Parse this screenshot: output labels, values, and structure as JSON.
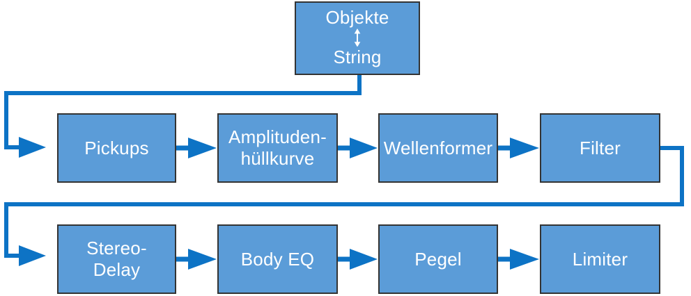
{
  "diagram": {
    "type": "signal-flow",
    "colors": {
      "node_fill": "#5b9cd8",
      "node_border": "#333333",
      "connector": "#0d73c5",
      "label_text": "#ffffff",
      "background": "#ffffff"
    },
    "source_node": {
      "line1": "Objekte",
      "line2": "String",
      "icon": "bidirectional-arrow"
    },
    "row1": [
      {
        "label": "Pickups"
      },
      {
        "label": "Amplituden-\nhüllkurve"
      },
      {
        "label": "Wellenformer"
      },
      {
        "label": "Filter"
      }
    ],
    "row2": [
      {
        "label": "Stereo-\nDelay"
      },
      {
        "label": "Body EQ"
      },
      {
        "label": "Pegel"
      },
      {
        "label": "Limiter"
      }
    ],
    "connections": [
      {
        "from": "Objekte/String",
        "to": "Pickups"
      },
      {
        "from": "Pickups",
        "to": "Amplituden-hüllkurve"
      },
      {
        "from": "Amplituden-hüllkurve",
        "to": "Wellenformer"
      },
      {
        "from": "Wellenformer",
        "to": "Filter"
      },
      {
        "from": "Filter",
        "to": "Stereo-Delay"
      },
      {
        "from": "Stereo-Delay",
        "to": "Body EQ"
      },
      {
        "from": "Body EQ",
        "to": "Pegel"
      },
      {
        "from": "Pegel",
        "to": "Limiter"
      }
    ]
  }
}
